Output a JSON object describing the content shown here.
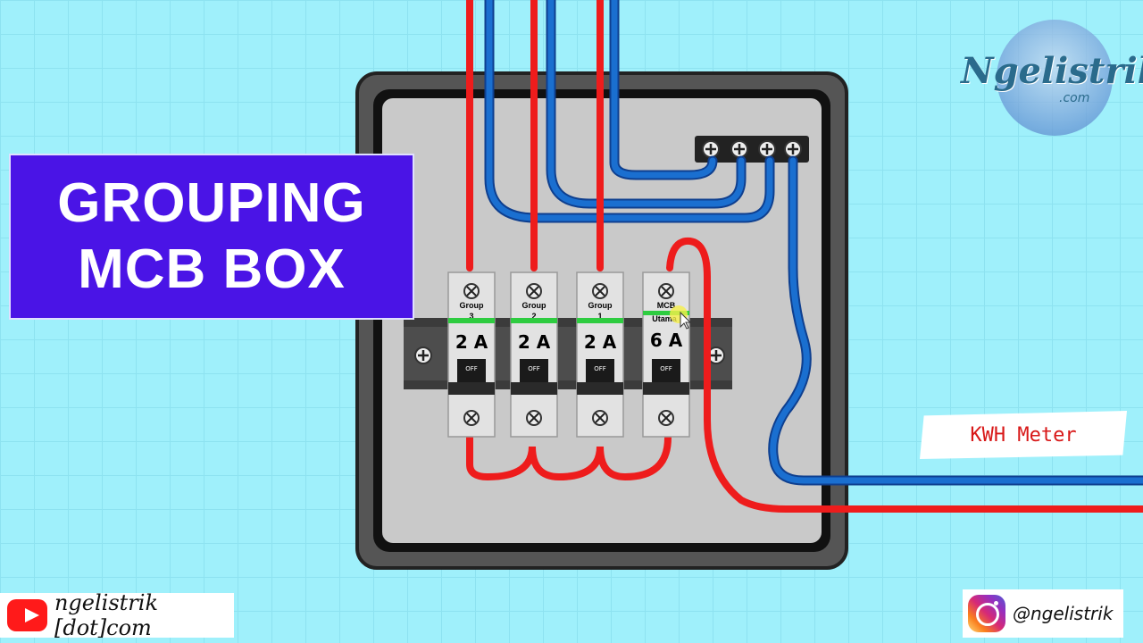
{
  "title": {
    "line1": "GROUPING",
    "line2": "MCB BOX"
  },
  "breakers": [
    {
      "label_top": "Group",
      "label_bottom": "3",
      "rating": "2 A",
      "state": "OFF"
    },
    {
      "label_top": "Group",
      "label_bottom": "2",
      "rating": "2 A",
      "state": "OFF"
    },
    {
      "label_top": "Group",
      "label_bottom": "1",
      "rating": "2 A",
      "state": "OFF"
    },
    {
      "label_top": "MCB",
      "label_bottom": "Utama",
      "rating": "6 A",
      "state": "OFF"
    }
  ],
  "kwh_label": "KWH Meter",
  "logo": {
    "text": "Ngelistrik",
    "sub": ".com"
  },
  "youtube": {
    "text": "ngelistrik [dot]com"
  },
  "instagram": {
    "text": "@ngelistrik"
  },
  "colors": {
    "live_wire": "#ee1c1c",
    "neutral_wire": "#1860c8",
    "title_bg": "#4a14e6",
    "background": "#9ff0fb"
  }
}
